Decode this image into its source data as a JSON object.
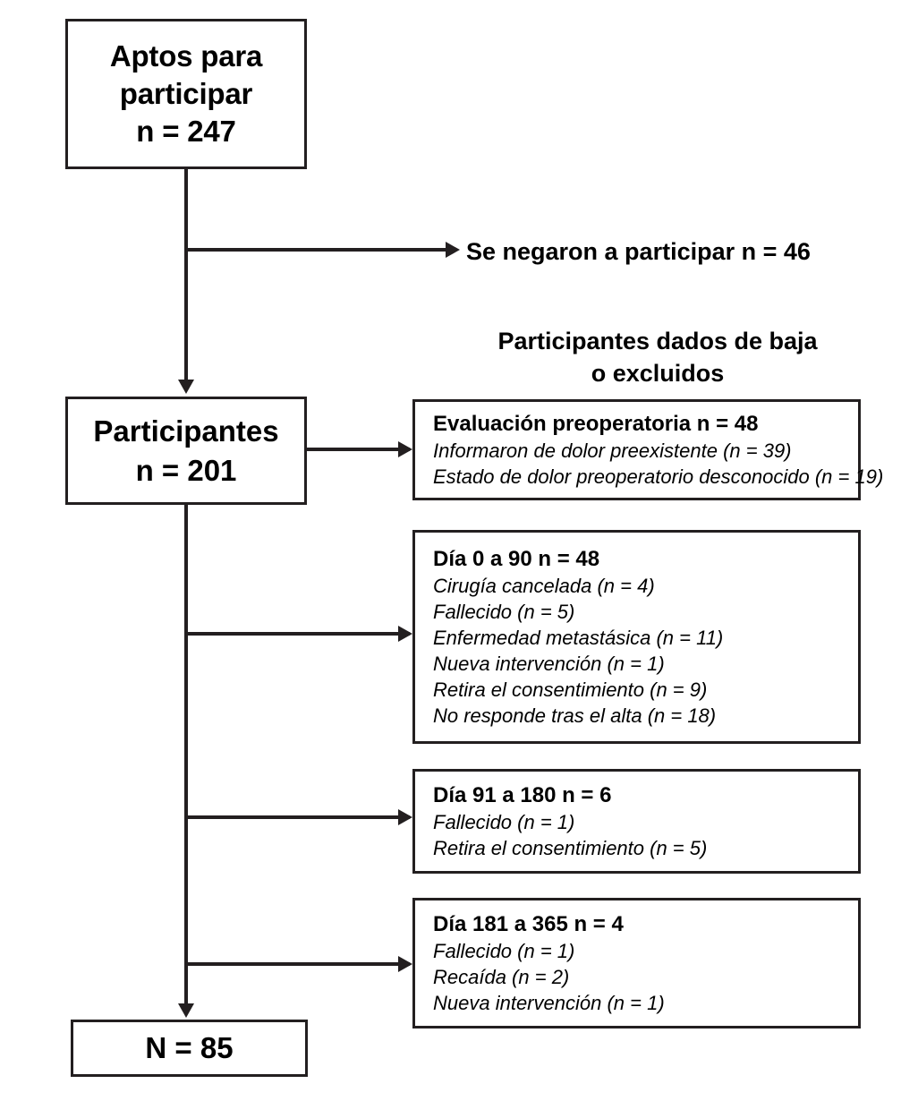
{
  "diagram": {
    "title": "Diagrama de flujo de participantes",
    "language": "es",
    "colors": {
      "stroke": "#231f20",
      "background": "#ffffff",
      "text": "#000000"
    }
  },
  "flow": {
    "eligible": {
      "line1": "Aptos para",
      "line2": "participar",
      "line3": "n = 247"
    },
    "refused": {
      "label": "Se negaron a participar n = 46"
    },
    "participants": {
      "line1": "Participantes",
      "line2": "n = 201"
    },
    "final": {
      "label": "N = 85"
    }
  },
  "exclusions": {
    "header_line1": "Participantes dados de baja",
    "header_line2": "o excluidos",
    "groups": [
      {
        "title": "Evaluación preoperatoria n = 48",
        "items": [
          "Informaron de dolor preexistente (n = 39)",
          "Estado de dolor preoperatorio desconocido (n = 19)"
        ]
      },
      {
        "title": "Día 0 a 90 n = 48",
        "items": [
          "Cirugía cancelada (n = 4)",
          "Fallecido (n = 5)",
          "Enfermedad metastásica (n = 11)",
          "Nueva intervención (n = 1)",
          "Retira el consentimiento (n = 9)",
          "No responde tras el alta (n = 18)"
        ]
      },
      {
        "title": "Día 91 a 180 n = 6",
        "items": [
          "Fallecido (n = 1)",
          "Retira el consentimiento (n = 5)"
        ]
      },
      {
        "title": "Día 181 a 365 n = 4",
        "items": [
          "Fallecido (n = 1)",
          "Recaída (n = 2)",
          "Nueva intervención (n = 1)"
        ]
      }
    ]
  },
  "chart_data": {
    "type": "diagram",
    "title": "Flujo de participantes del estudio",
    "nodes": [
      {
        "id": "eligible",
        "label": "Aptos para participar",
        "n": 247
      },
      {
        "id": "refused",
        "label": "Se negaron a participar",
        "n": 46
      },
      {
        "id": "participants",
        "label": "Participantes",
        "n": 201
      },
      {
        "id": "preop",
        "label": "Evaluación preoperatoria",
        "n": 48
      },
      {
        "id": "day0_90",
        "label": "Día 0 a 90",
        "n": 48
      },
      {
        "id": "day91_180",
        "label": "Día 91 a 180",
        "n": 6
      },
      {
        "id": "day181_365",
        "label": "Día 181 a 365",
        "n": 4
      },
      {
        "id": "final",
        "label": "N",
        "n": 85
      }
    ],
    "edges": [
      {
        "from": "eligible",
        "to": "refused"
      },
      {
        "from": "eligible",
        "to": "participants"
      },
      {
        "from": "participants",
        "to": "preop"
      },
      {
        "from": "participants",
        "to": "day0_90"
      },
      {
        "from": "participants",
        "to": "day91_180"
      },
      {
        "from": "participants",
        "to": "day181_365"
      },
      {
        "from": "participants",
        "to": "final"
      }
    ]
  }
}
